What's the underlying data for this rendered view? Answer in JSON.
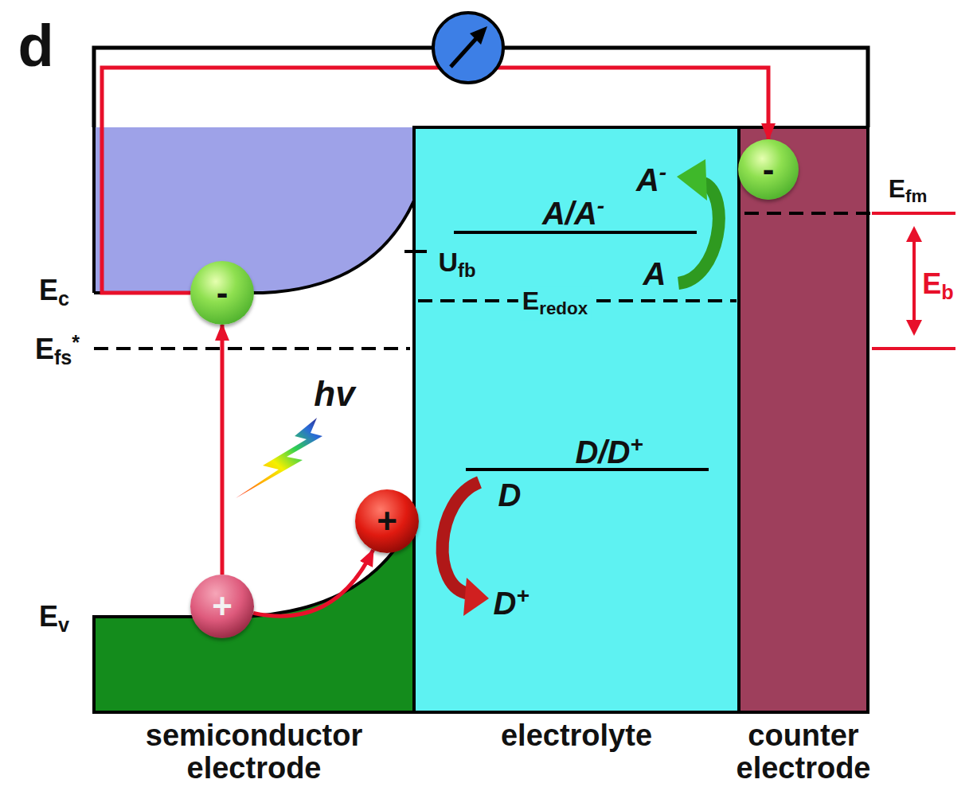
{
  "diagram": {
    "nodes": [
      {
        "text": [
          "semiconductor electrode"
        ]
      },
      {
        "text": [
          "electrolyte"
        ]
      },
      {
        "text": [
          "counter electrode"
        ]
      },
      {
        "text": [
          "-"
        ],
        "in": 0
      },
      {
        "text": [
          "+"
        ],
        "in": 0
      },
      {
        "text": [
          "+"
        ],
        "in": 0
      },
      {
        "text": [
          "-"
        ],
        "in": 2
      }
    ],
    "edges": [
      {
        "from": 3,
        "to": 6,
        "arrow": "to"
      },
      {
        "from": 4,
        "to": 3,
        "arrow": "to"
      },
      {
        "from": 4,
        "to": 5,
        "arrow": "to"
      }
    ],
    "labels": [
      "d",
      "Ec",
      "Efs*",
      "Ev",
      "hv",
      "Ufb",
      "A/A-",
      "A-",
      "A",
      "Eredox",
      "D/D+",
      "D",
      "D+",
      "Efm",
      "Eb"
    ]
  }
}
